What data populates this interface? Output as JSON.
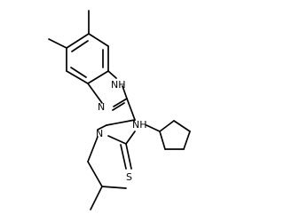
{
  "labels": {
    "nh_imidazole": "NH",
    "n_imidazole": "N",
    "nh_thiourea": "NH",
    "n_thiourea": "N",
    "s_thiocarbonyl": "S"
  }
}
